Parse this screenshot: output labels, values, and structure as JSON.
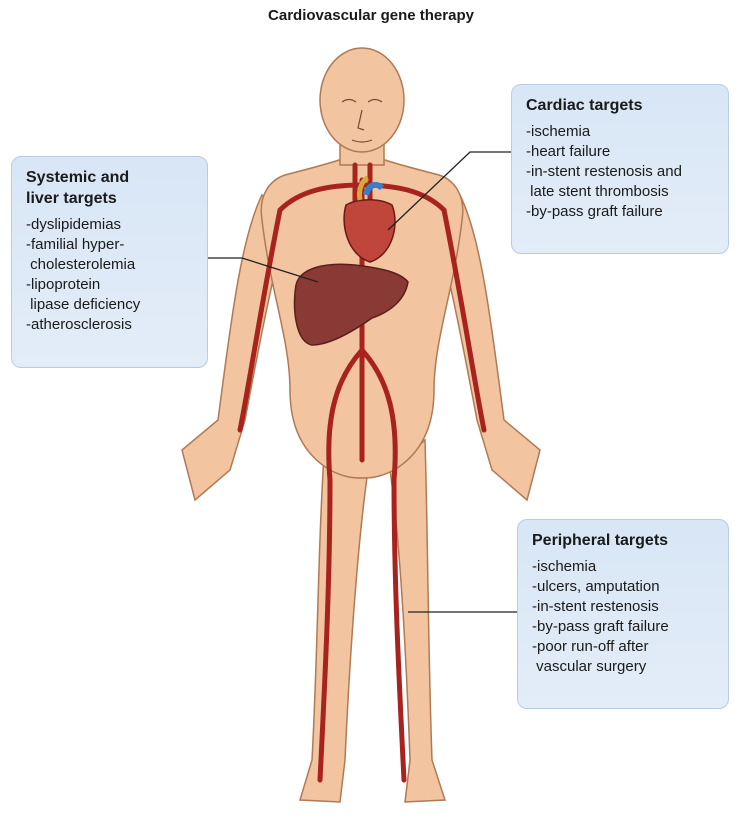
{
  "title": "Cardiovascular gene therapy",
  "colors": {
    "skin": "#f2c4a0",
    "skin_outline": "#b07a55",
    "artery": "#a8231e",
    "heart": "#c0453a",
    "liver": "#8a3a35",
    "box_fill": "#dbe8f6",
    "leader_line": "#222222"
  },
  "systemic": {
    "heading_line1": "Systemic and",
    "heading_line2": "liver targets",
    "items": [
      "-dyslipidemias",
      "-familial hyper-",
      " cholesterolemia",
      "-lipoprotein",
      " lipase deficiency",
      "-atherosclerosis"
    ]
  },
  "cardiac": {
    "heading": "Cardiac targets",
    "items": [
      "-ischemia",
      "-heart failure",
      "-in-stent restenosis and",
      " late stent thrombosis",
      "-by-pass graft failure"
    ]
  },
  "peripheral": {
    "heading": "Peripheral targets",
    "items": [
      "-ischemia",
      "-ulcers, amputation",
      "-in-stent restenosis",
      "-by-pass graft failure",
      "-poor run-off after",
      " vascular surgery"
    ]
  }
}
